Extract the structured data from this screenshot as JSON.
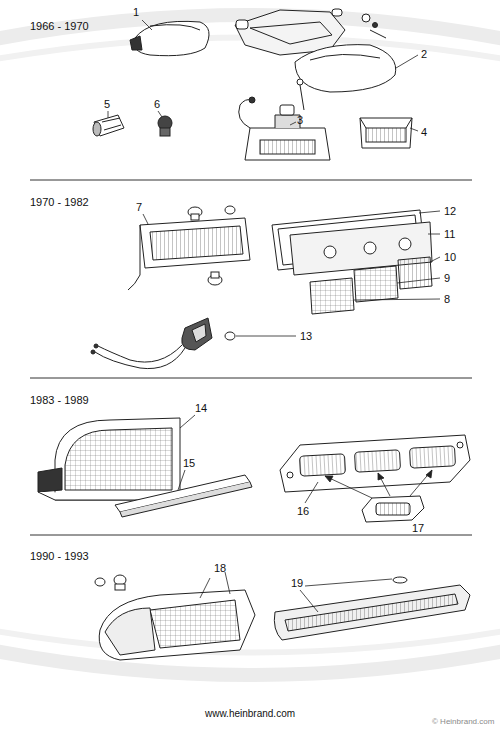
{
  "diagram": {
    "labels": [
      "1966 - 1970",
      "1",
      "2",
      "3",
      "4",
      "5",
      "6",
      "1970 - 1982",
      "7",
      "8",
      "9",
      "10",
      "11",
      "12",
      "13",
      "1983 - 1989",
      "14",
      "15",
      "16",
      "17",
      "1990 - 1993",
      "18",
      "19",
      "www.heinbrand.com",
      "© Heinbrand.com"
    ]
  }
}
